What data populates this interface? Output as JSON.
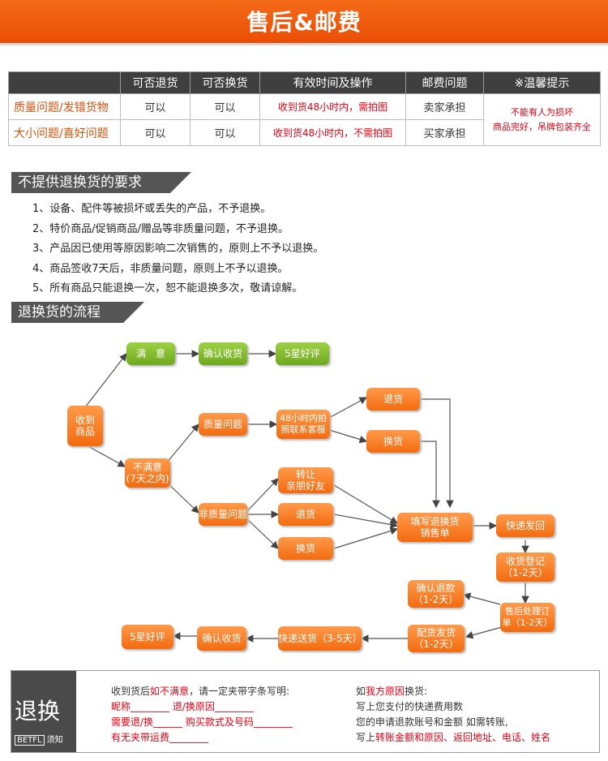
{
  "banner": {
    "title": "售后&邮费"
  },
  "fee_table": {
    "headers": [
      "",
      "可否退货",
      "可否换货",
      "有效时间及操作",
      "邮费问题",
      "※温馨提示"
    ],
    "rows": [
      {
        "label": "质量问题/发错货物",
        "return": "可以",
        "exchange": "可以",
        "time": "收到货48小时内，需拍图",
        "fee": "卖家承担"
      },
      {
        "label": "大小问题/喜好问题",
        "return": "可以",
        "exchange": "可以",
        "time": "收到货48小时内，不需拍图",
        "fee": "买家承担"
      }
    ],
    "note_line1": "不能有人为损坏",
    "note_line2": "商品完好，吊牌包装齐全"
  },
  "section1": {
    "title": "不提供退换货的要求"
  },
  "rules": [
    "1、设备、配件等被损坏或丢失的产品，不予退换。",
    "2、特价商品/促销商品/赠品等非质量问题，不予退换。",
    "3、产品因已使用等原因影响二次销售的，原则上不予以退换。",
    "4、商品签收7天后，非质量问题，原则上不予以退换。",
    "5、所有商品只能退换一次，恕不能退换多次，敬请谅解。"
  ],
  "section2": {
    "title": "退换货的流程"
  },
  "flow": {
    "receive": "收到\n商品",
    "satisfied": "满　意",
    "confirm1": "确认收货",
    "star1": "5星好评",
    "unsatisfied": "不满意\n(7天之内)",
    "quality": "质量问题",
    "photo48": "48小时内拍\n照联系客服",
    "return1": "退货",
    "exchange1": "换货",
    "nonquality": "非质量问题",
    "transfer": "转让\n亲朋好友",
    "return2": "退货",
    "exchange2": "换货",
    "fill": "填写退换货\n销售单",
    "express_back": "快递发回",
    "register": "收货登记\n（1-2天）",
    "after_sale": "售后处理订\n单（1-2天）",
    "refund": "确认退款\n（1-2天）",
    "ship": "配货发货\n（1-2天）",
    "express_send": "快递送货（3-5天）",
    "confirm2": "确认收货",
    "star2": "5星好评"
  },
  "notice": {
    "logo_big": "退换",
    "logo_brand": "BETFL",
    "logo_small": "须知",
    "left_line1_a": "收到货后",
    "left_line1_b": "如不满意",
    "left_line1_c": "，请一定夹带字条写明:",
    "left_line2": "昵称________ 退/换原因________",
    "left_line3": "需要退/换______ 购买款式及号码________",
    "left_line4": "有无夹带运费________",
    "right_line1_a": "如",
    "right_line1_b": "我方原因",
    "right_line1_c": "换货:",
    "right_line2": "写上您支付的快递费用数",
    "right_line3": "您的申请退款账号和金额 如需转账,",
    "right_line4_a": "写上",
    "right_line4_b": "转账金额和原因、返回地址、电话、姓名"
  }
}
